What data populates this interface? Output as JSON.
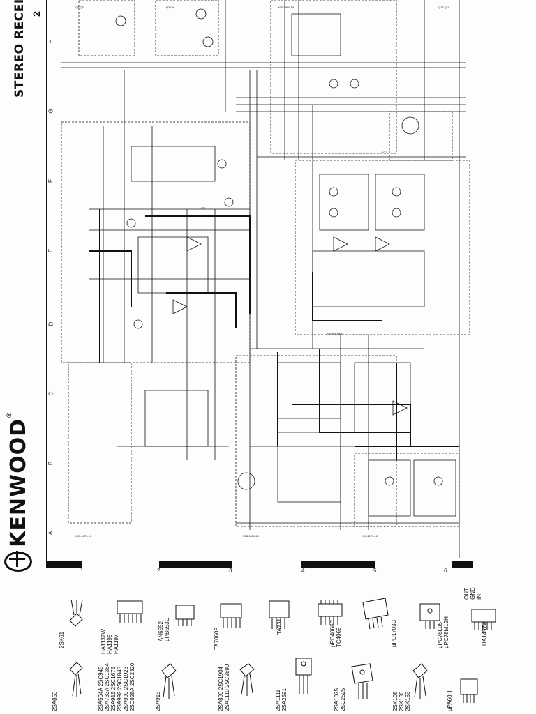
{
  "header": {
    "brand": "KENWOOD",
    "brand_reg": "®",
    "title": "STEREO RECEIVER",
    "page_mark": "2"
  },
  "rows": [
    "A",
    "B",
    "C",
    "D",
    "E",
    "F",
    "G",
    "H"
  ],
  "columns": [
    "1",
    "2",
    "3",
    "4",
    "5",
    "6"
  ],
  "components": {
    "col1_top": "2SA850",
    "col1_bottom": "2SK61",
    "col2_top": "2SA564A 2SC945\n2SA733A 2SC1384\n2SA915 2SC1675\n2SA992 2SC1845\n2SA999 2SC1923\n2SC828A 2SC2320",
    "col2_bottom": "HA1137W\nHA1196\nHA1197",
    "col3_top": "2SA915",
    "col3_bottom": "AN6552\nμPB553C",
    "col4_top": "2SA899 2SC1904\n2SA1110 2SC2890",
    "col4_bottom": "TA7060P",
    "col5_top": "2SA1111\n2SA2591",
    "col5_bottom": "TA7318P",
    "col6_top": "2SA1075\n2SC2525",
    "col6_bottom": "μPD4066C\nTC4069",
    "col7_top": "2SK105\n2SK136\n2SK163",
    "col7_bottom": "μPD1703C",
    "col8_top": "μPA68H",
    "col8_bottom": "μPC78L05\nμPC78M12H",
    "col9_bottom": "HA1457W",
    "pin_labels": "OUT\nGND\nIN"
  }
}
